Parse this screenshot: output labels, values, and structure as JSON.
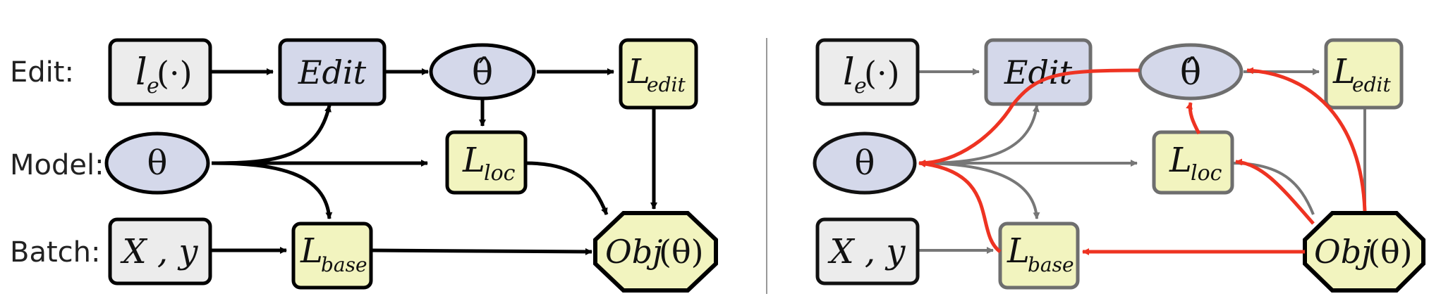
{
  "row_labels": {
    "edit": "Edit:",
    "model": "Model:",
    "batch": "Batch:"
  },
  "nodes": {
    "le": {
      "main": "l",
      "sub": "e",
      "arg": "(·)"
    },
    "edit": {
      "main": "Edit"
    },
    "theta_hat": {
      "main": "θ̂"
    },
    "l_edit": {
      "main": "L",
      "sub": "edit"
    },
    "theta": {
      "main": "θ"
    },
    "l_loc": {
      "main": "L",
      "sub": "loc"
    },
    "xy": {
      "main": "X , y"
    },
    "l_base": {
      "main": "L",
      "sub": "base"
    },
    "obj": {
      "main": "Obj",
      "arg": "(θ)"
    }
  },
  "colors": {
    "gray_fill": "#ececec",
    "lavender_fill": "#d4d8ea",
    "yellow_fill": "#f2f4bf",
    "forward_arrow_left": "#000000",
    "forward_arrow_right": "#777777",
    "backward_arrow": "#ee3322",
    "divider": "#999999"
  }
}
